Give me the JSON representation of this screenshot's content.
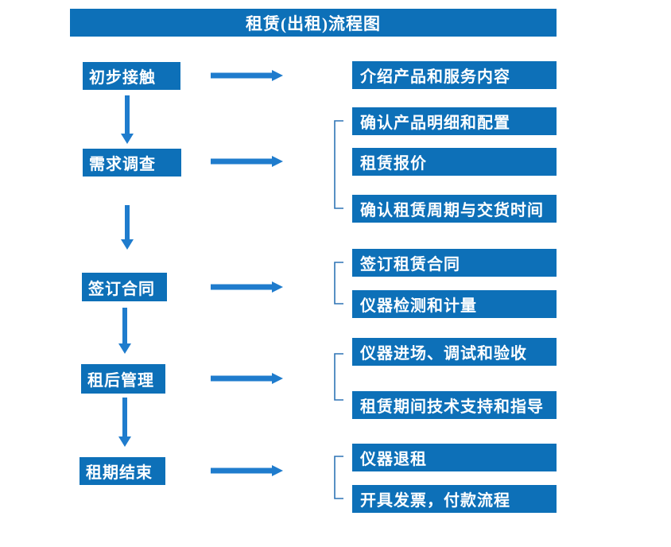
{
  "title": "租赁(出租)流程图",
  "colors": {
    "background": "#ffffff",
    "box": "#0d70b8",
    "arrow": "#1f7ccd",
    "bracket": "#2e74b5",
    "text": "#ffffff"
  },
  "flow": [
    {
      "step": "初步接触",
      "details": [
        "介绍产品和服务内容"
      ]
    },
    {
      "step": "需求调查",
      "details": [
        "确认产品明细和配置",
        "租赁报价",
        "确认租赁周期与交货时间"
      ]
    },
    {
      "step": "签订合同",
      "details": [
        "签订租赁合同",
        "仪器检测和计量"
      ]
    },
    {
      "step": "租后管理",
      "details": [
        "仪器进场、调试和验收",
        "租赁期间技术支持和指导"
      ]
    },
    {
      "step": "租期结束",
      "details": [
        "仪器退租",
        "开具发票，付款流程"
      ]
    }
  ]
}
